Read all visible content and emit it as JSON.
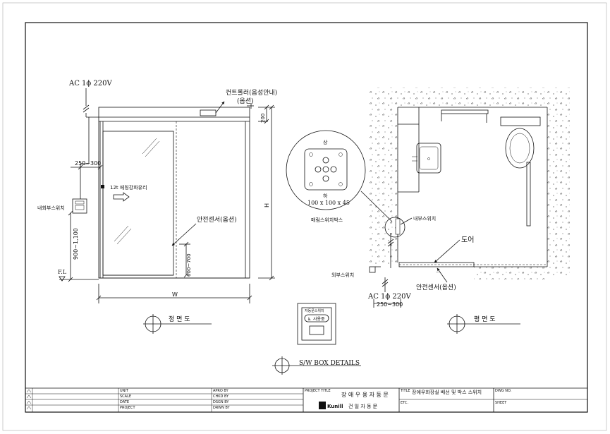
{
  "front_view": {
    "power": "AC 1ϕ 220V",
    "controller": "컨트롤러(음성안내)",
    "controller_sub": "(옵션)",
    "dim_top": "200",
    "dim_side": "250~300",
    "glass": "12t 에칭강화유리",
    "inside_switch": "내회부스위치",
    "dim_switch_height": "900~1,100",
    "floor_level": "F.L",
    "safety_sensor": "안전센서(옵션)",
    "dim_sensor": "600~700",
    "dim_height": "H",
    "dim_width": "W",
    "caption": "정 면 도"
  },
  "detail_circle": {
    "top_label": "상",
    "bottom_label": "하",
    "size": "100 x 100 x 45",
    "caption": "매림스위치박스"
  },
  "plan_view": {
    "inner_switch": "내부스위치",
    "door": "도어",
    "outer_switch": "외부스위치",
    "safety_sensor": "안전센서(옵션)",
    "power": "AC 1ϕ 220V",
    "dim": "250~300",
    "caption": "평 면 도"
  },
  "sw_box": {
    "title": "자동문스위치",
    "button": "사용중",
    "caption": "S/W BOX DETAILS"
  },
  "title_block": {
    "fields_a": [
      "UNIT",
      "SCALE",
      "DATE",
      "PROJECT"
    ],
    "fields_b": [
      "APRO BY",
      "CHKD BY",
      "DSGN BY",
      "DRWN BY"
    ],
    "project_title_label": "PROJECT TITLE",
    "project_title": "장 애 우 용 자 동 문",
    "company_logo": "Kunill",
    "company_name": "건 일 자 동 문",
    "title_label": "TITLE",
    "title": "장애우화장실 배선 및 박스 스위치",
    "etc_label": "ETC.",
    "dwg_label": "DWG NO.",
    "sheet_label": "SHEET"
  }
}
